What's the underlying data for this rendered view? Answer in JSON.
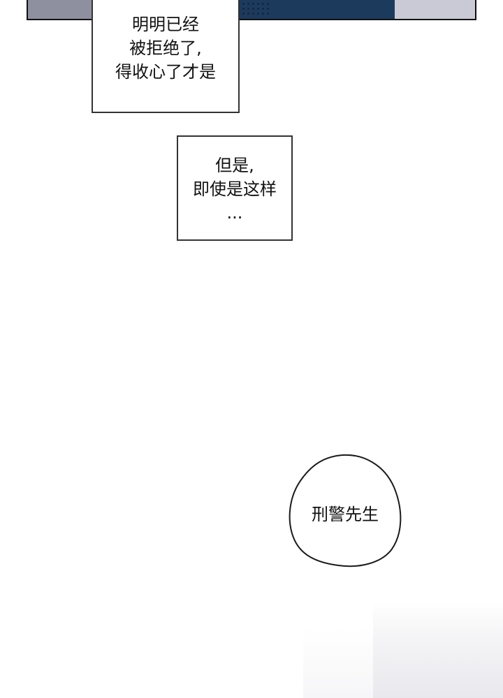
{
  "narration_boxes": [
    {
      "lines": [
        "明明已经",
        "被拒绝了,",
        "得收心了才是"
      ]
    },
    {
      "lines": [
        "但是,",
        "即使是这样",
        "..."
      ]
    }
  ],
  "speech_bubble": {
    "text": "刑警先生"
  }
}
